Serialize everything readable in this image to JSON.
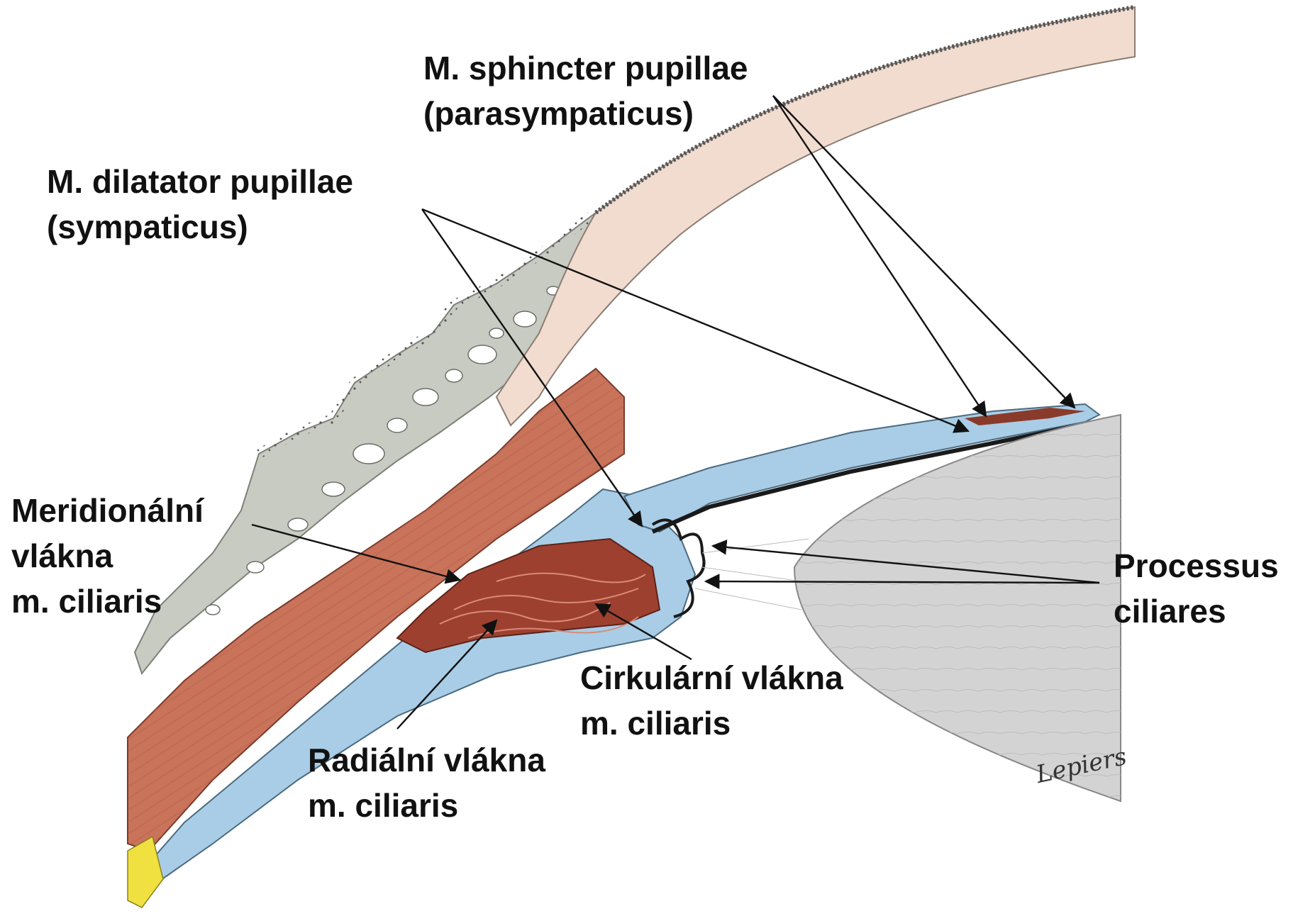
{
  "labels": {
    "sphincter": {
      "line1": "M. sphincter pupillae",
      "line2": "(parasympaticus)"
    },
    "dilatator": {
      "line1": "M. dilatator pupillae",
      "line2": "(sympaticus)"
    },
    "meridional": {
      "line1": "Meridionální",
      "line2": "vlákna",
      "line3": "m. ciliaris"
    },
    "processus": {
      "line1": "Processus",
      "line2": "ciliares"
    },
    "circular": {
      "line1": "Cirkulární vlákna",
      "line2": "m. ciliaris"
    },
    "radial": {
      "line1": "Radiální vlákna",
      "line2": "m. ciliaris"
    }
  },
  "signature": "Lepiers",
  "colors": {
    "cornea": "#f1dccf",
    "sclera_muscle": "#c9735a",
    "ciliary_muscle": "#9e4030",
    "iris_blue": "#a9cde6",
    "lens": "#d3d3d3",
    "conjunctiva": "#c8cbc2",
    "pigment": "#1a1a1a",
    "yellow_nerve": "#f0e040"
  }
}
